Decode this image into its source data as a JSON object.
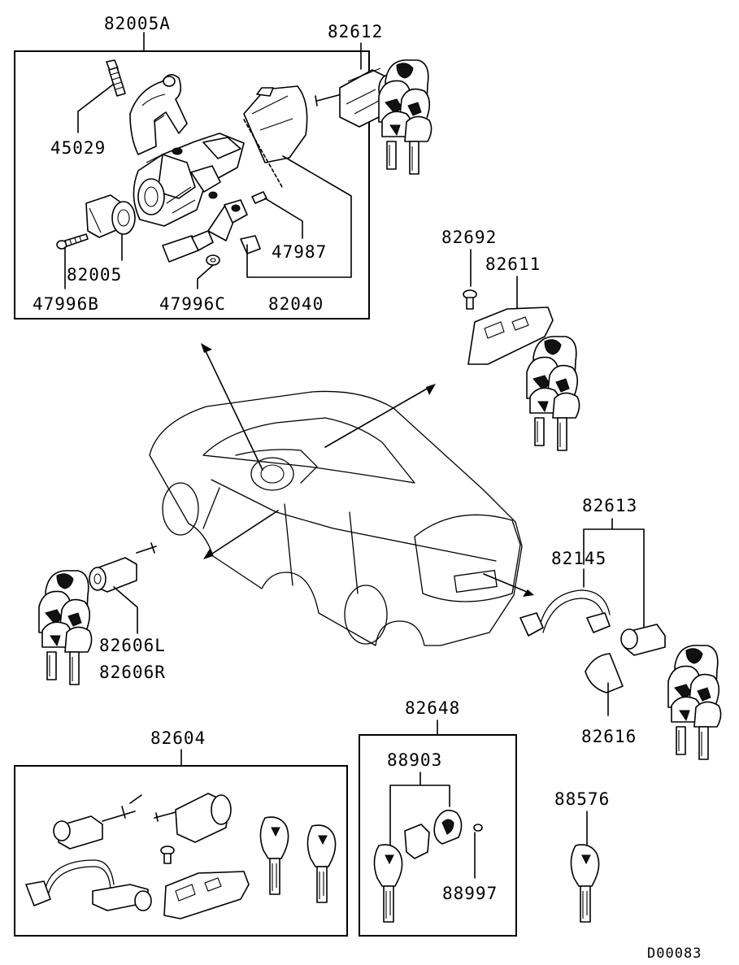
{
  "diagram_id": "D00083",
  "labels": {
    "l82005A": "82005A",
    "l45029": "45029",
    "l82005": "82005",
    "l47996B": "47996B",
    "l47996C": "47996C",
    "l82040": "82040",
    "l47987": "47987",
    "l82612": "82612",
    "l82692": "82692",
    "l82611": "82611",
    "l82613": "82613",
    "l82145": "82145",
    "l82616": "82616",
    "l82606L": "82606L",
    "l82606R": "82606R",
    "l82604": "82604",
    "l82648": "82648",
    "l88903": "88903",
    "l88997": "88997",
    "l88576": "88576"
  }
}
